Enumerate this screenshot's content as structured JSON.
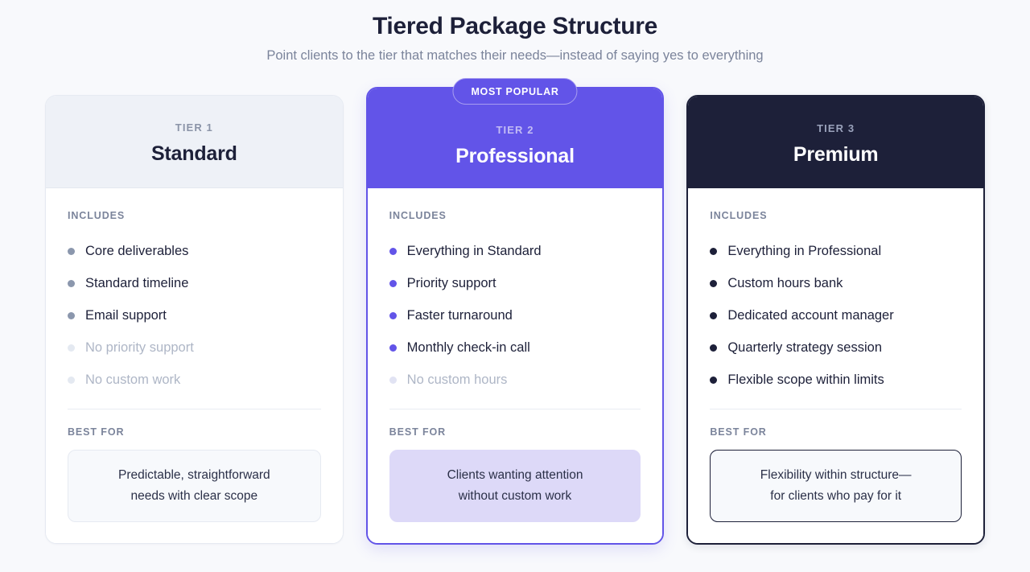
{
  "header": {
    "title": "Tiered Package Structure",
    "subtitle": "Point clients to the tier that matches their needs—instead of saying yes to everything"
  },
  "labels": {
    "includes": "INCLUDES",
    "best_for": "BEST FOR"
  },
  "colors": {
    "page_background": "#f8f9fc",
    "accent_purple": "#6254e8",
    "dark_navy": "#1d2039",
    "muted_text": "#7b849b",
    "disabled_text": "#aeb6c6",
    "card_1_header_bg": "#eef1f7",
    "card_2_bestfor_bg": "#ddd9f8"
  },
  "cards": [
    {
      "tier_label": "TIER 1",
      "tier_name": "Standard",
      "badge": null,
      "features": [
        {
          "text": "Core deliverables",
          "enabled": true
        },
        {
          "text": "Standard timeline",
          "enabled": true
        },
        {
          "text": "Email support",
          "enabled": true
        },
        {
          "text": "No priority support",
          "enabled": false
        },
        {
          "text": "No custom work",
          "enabled": false
        }
      ],
      "best_for_line_1": "Predictable, straightforward",
      "best_for_line_2": "needs with clear scope"
    },
    {
      "tier_label": "TIER 2",
      "tier_name": "Professional",
      "badge": "MOST POPULAR",
      "features": [
        {
          "text": "Everything in Standard",
          "enabled": true
        },
        {
          "text": "Priority support",
          "enabled": true
        },
        {
          "text": "Faster turnaround",
          "enabled": true
        },
        {
          "text": "Monthly check-in call",
          "enabled": true
        },
        {
          "text": "No custom hours",
          "enabled": false
        }
      ],
      "best_for_line_1": "Clients wanting attention",
      "best_for_line_2": "without custom work"
    },
    {
      "tier_label": "TIER 3",
      "tier_name": "Premium",
      "badge": null,
      "features": [
        {
          "text": "Everything in Professional",
          "enabled": true
        },
        {
          "text": "Custom hours bank",
          "enabled": true
        },
        {
          "text": "Dedicated account manager",
          "enabled": true
        },
        {
          "text": "Quarterly strategy session",
          "enabled": true
        },
        {
          "text": "Flexible scope within limits",
          "enabled": true
        }
      ],
      "best_for_line_1": "Flexibility within structure—",
      "best_for_line_2": "for clients who pay for it"
    }
  ]
}
